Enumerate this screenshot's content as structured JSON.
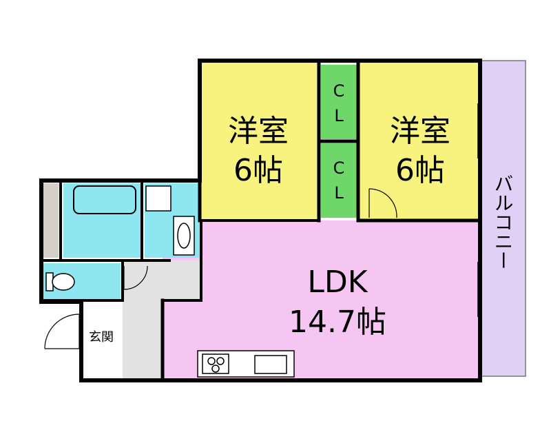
{
  "rooms": {
    "western_room_1": {
      "name": "洋室",
      "size": "6帖"
    },
    "western_room_2": {
      "name": "洋室",
      "size": "6帖"
    },
    "closet_1": {
      "line1": "C",
      "line2": "L"
    },
    "closet_2": {
      "line1": "C",
      "line2": "L"
    },
    "ldk": {
      "name": "LDK",
      "size": "14.7帖"
    },
    "entrance": {
      "name": "玄関"
    },
    "balcony": {
      "name": "バルコニー"
    }
  },
  "colors": {
    "western_room": "#f7f37e",
    "closet": "#6fd66a",
    "ldk": "#f6c6f2",
    "balcony": "#e0d0f6",
    "bathroom": "#8de6f0",
    "entrance_floor": "#e2e2e2",
    "storage_strip": "#d4d0c8",
    "wall": "#000000"
  }
}
